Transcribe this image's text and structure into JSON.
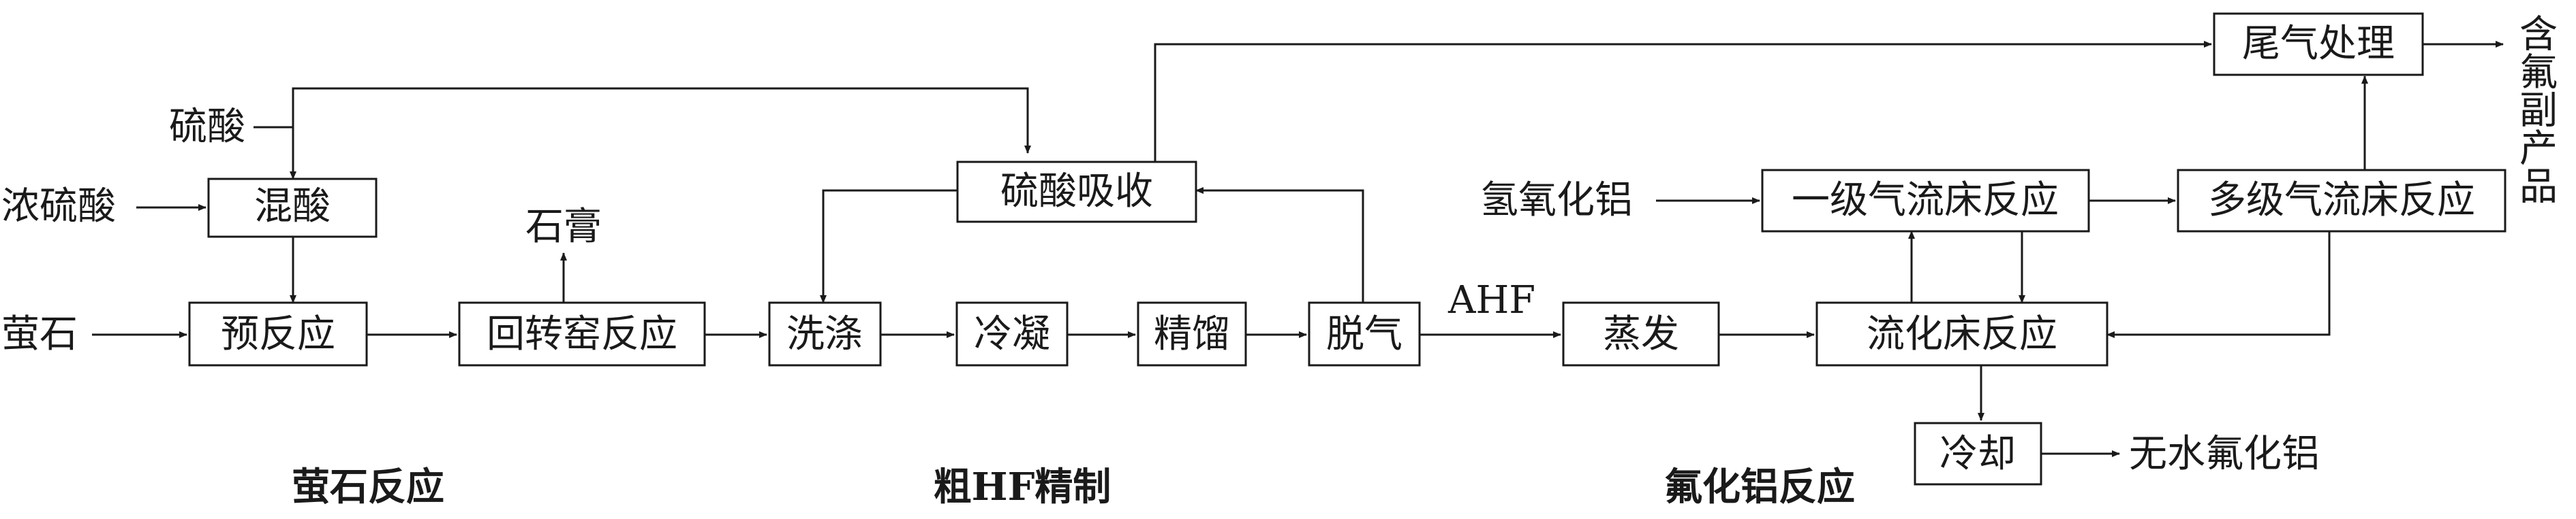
{
  "labels": {
    "mix_acid": "混酸",
    "prereaction": "预反应",
    "rotary_kiln": "回转窑反应",
    "sulfuric_absorb": "硫酸吸收",
    "washing": "洗涤",
    "condensation": "冷凝",
    "rectification": "精馏",
    "degassing": "脱气",
    "evaporation": "蒸发",
    "fluidized_bed": "流化床反应",
    "primary_airflow": "一级气流床反应",
    "multistage_airflow": "多级气流床反应",
    "tail_gas": "尾气处理",
    "cooling": "冷却",
    "fluorite_in": "萤石",
    "conc_sulfuric_in": "浓硫酸",
    "sulfuric_in": "硫酸",
    "gypsum_out": "石膏",
    "ahf": "AHF",
    "aluminum_hydroxide_in": "氢氧化铝",
    "fluorine_byproduct": "含氟副产品",
    "anhydrous_alf3": "无水氟化铝"
  },
  "sections": {
    "fluorite_reaction": "萤石反应",
    "crude_hf_refining": "粗HF精制",
    "alf3_reaction": "氟化铝反应"
  }
}
